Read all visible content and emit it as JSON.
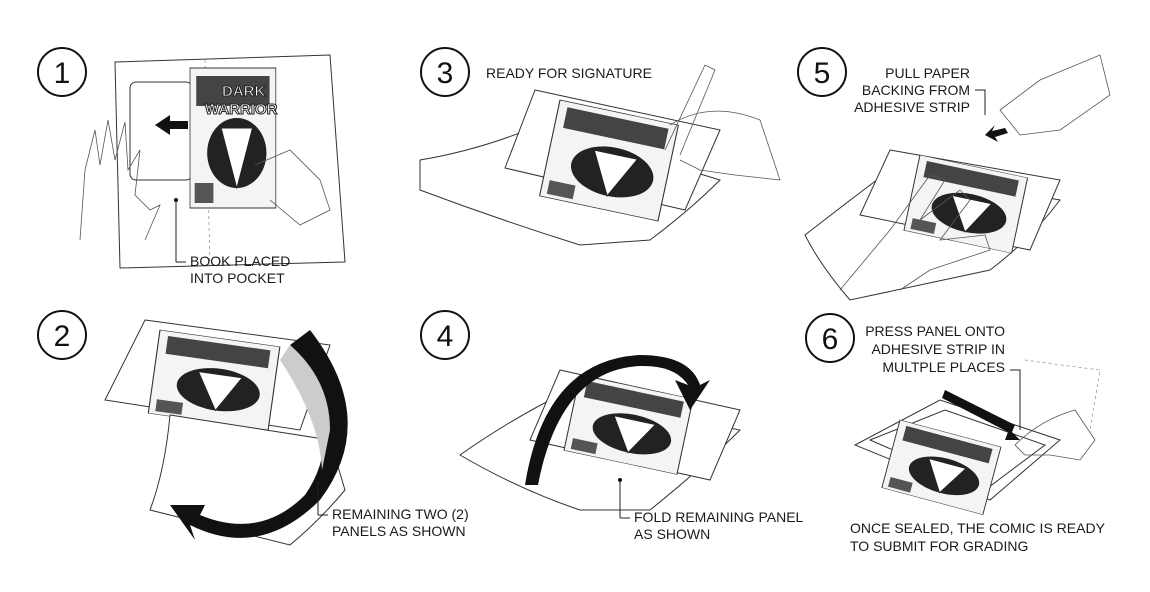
{
  "steps": [
    {
      "number": "1",
      "lines": [
        "BOOK PLACED",
        "INTO POCKET"
      ]
    },
    {
      "number": "2",
      "lines": [
        "REMAINING TWO (2)",
        "PANELS AS SHOWN"
      ]
    },
    {
      "number": "3",
      "lines": [
        "READY FOR SIGNATURE"
      ]
    },
    {
      "number": "4",
      "lines": [
        "FOLD REMAINING PANEL",
        "AS SHOWN"
      ]
    },
    {
      "number": "5",
      "lines": [
        "PULL PAPER",
        "BACKING FROM",
        "ADHESIVE STRIP"
      ]
    },
    {
      "number": "6",
      "lines": [
        "PRESS PANEL ONTO",
        "ADHESIVE STRIP IN",
        "MULTPLE PLACES"
      ]
    }
  ],
  "final_note": [
    "ONCE SEALED, THE COMIC IS READY",
    "TO SUBMIT FOR GRADING"
  ],
  "comic_logo": [
    "DARK",
    "WARRIOR"
  ]
}
